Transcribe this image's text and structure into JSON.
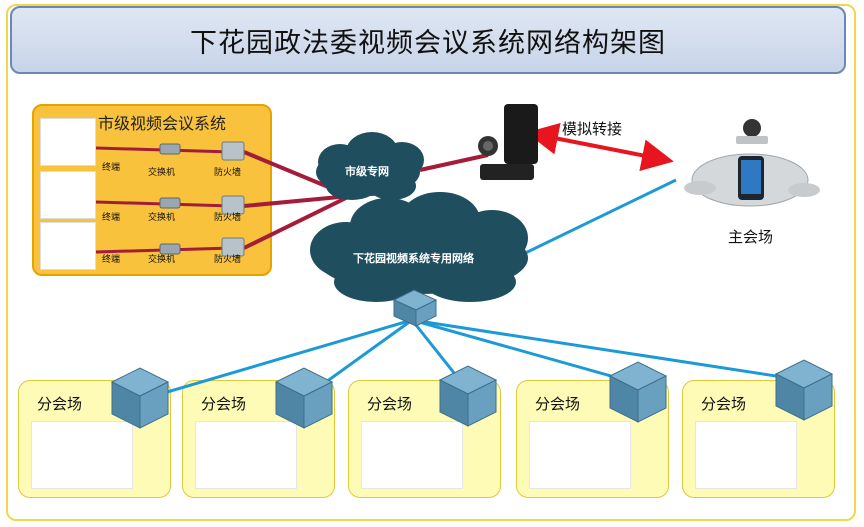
{
  "title": "下花园政法委视频会议系统网络构架图",
  "city_system": {
    "title": "市级视频会议系统",
    "rows": [
      {
        "terminal": "终端",
        "switch": "交换机",
        "firewall": "防火墙"
      },
      {
        "terminal": "终端",
        "switch": "交换机",
        "firewall": "防火墙"
      },
      {
        "terminal": "终端",
        "switch": "交换机",
        "firewall": "防火墙"
      }
    ]
  },
  "city_network_label": "市级专网",
  "private_network_label": "下花园视频系统专用网络",
  "analog_relay_label": "模拟转接",
  "main_venue_label": "主会场",
  "branches": [
    {
      "label": "分会场"
    },
    {
      "label": "分会场"
    },
    {
      "label": "分会场"
    },
    {
      "label": "分会场"
    },
    {
      "label": "分会场"
    }
  ],
  "colors": {
    "cloud": "#1f4e5f",
    "city_link": "#a31d3a",
    "branch_link": "#1c9ad6",
    "relay_arrow": "#e8141e",
    "city_box": "#f9c23c",
    "branch_box": "#fdfbb5"
  }
}
